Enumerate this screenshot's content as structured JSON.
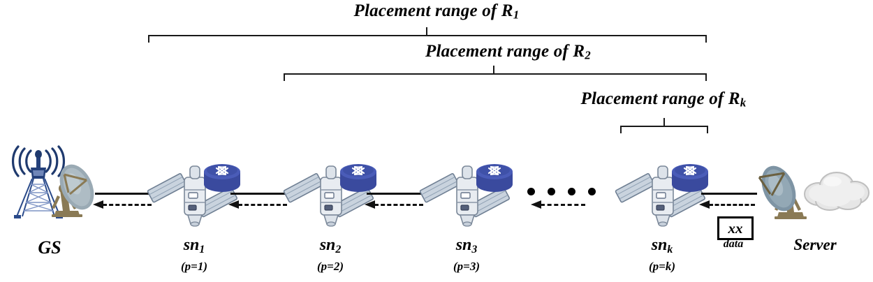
{
  "diagram": {
    "title": "Satellite network placement range diagram",
    "braces": [
      {
        "label_prefix": "Placement range of R",
        "label_sub": "1",
        "name": "placement-range-r1"
      },
      {
        "label_prefix": "Placement range of R",
        "label_sub": "2",
        "name": "placement-range-r2"
      },
      {
        "label_prefix": "Placement range of R",
        "label_sub": "k",
        "name": "placement-range-rk"
      }
    ],
    "ground_station": {
      "label": "GS",
      "icon": "radio-tower-icon",
      "dish_icon": "satellite-dish-icon"
    },
    "satellites": [
      {
        "name_prefix": "sn",
        "name_sub": "1",
        "position": "(p=1)",
        "icon": "satellite-icon",
        "router_icon": "router-icon"
      },
      {
        "name_prefix": "sn",
        "name_sub": "2",
        "position": "(p=2)",
        "icon": "satellite-icon",
        "router_icon": "router-icon"
      },
      {
        "name_prefix": "sn",
        "name_sub": "3",
        "position": "(p=3)",
        "icon": "satellite-icon",
        "router_icon": "router-icon"
      },
      {
        "name_prefix": "sn",
        "name_sub": "k",
        "position": "(p=k)",
        "icon": "satellite-icon",
        "router_icon": "router-icon"
      }
    ],
    "ellipsis_dots": 4,
    "data_box": {
      "value": "xx",
      "caption": "data"
    },
    "server": {
      "label": "Server",
      "dish_icon": "satellite-dish-icon",
      "cloud_icon": "cloud-icon"
    },
    "colors": {
      "line": "#111111",
      "tower": "#1f3a6e",
      "router": "#2d3f84",
      "satellite_body": "#dfe4ea",
      "solar_panel": "#c3ccd8",
      "dish": "#8fa6b4",
      "dish_mount": "#8a7a55",
      "cloud": "#e2e2e2",
      "text": "#000000"
    }
  }
}
